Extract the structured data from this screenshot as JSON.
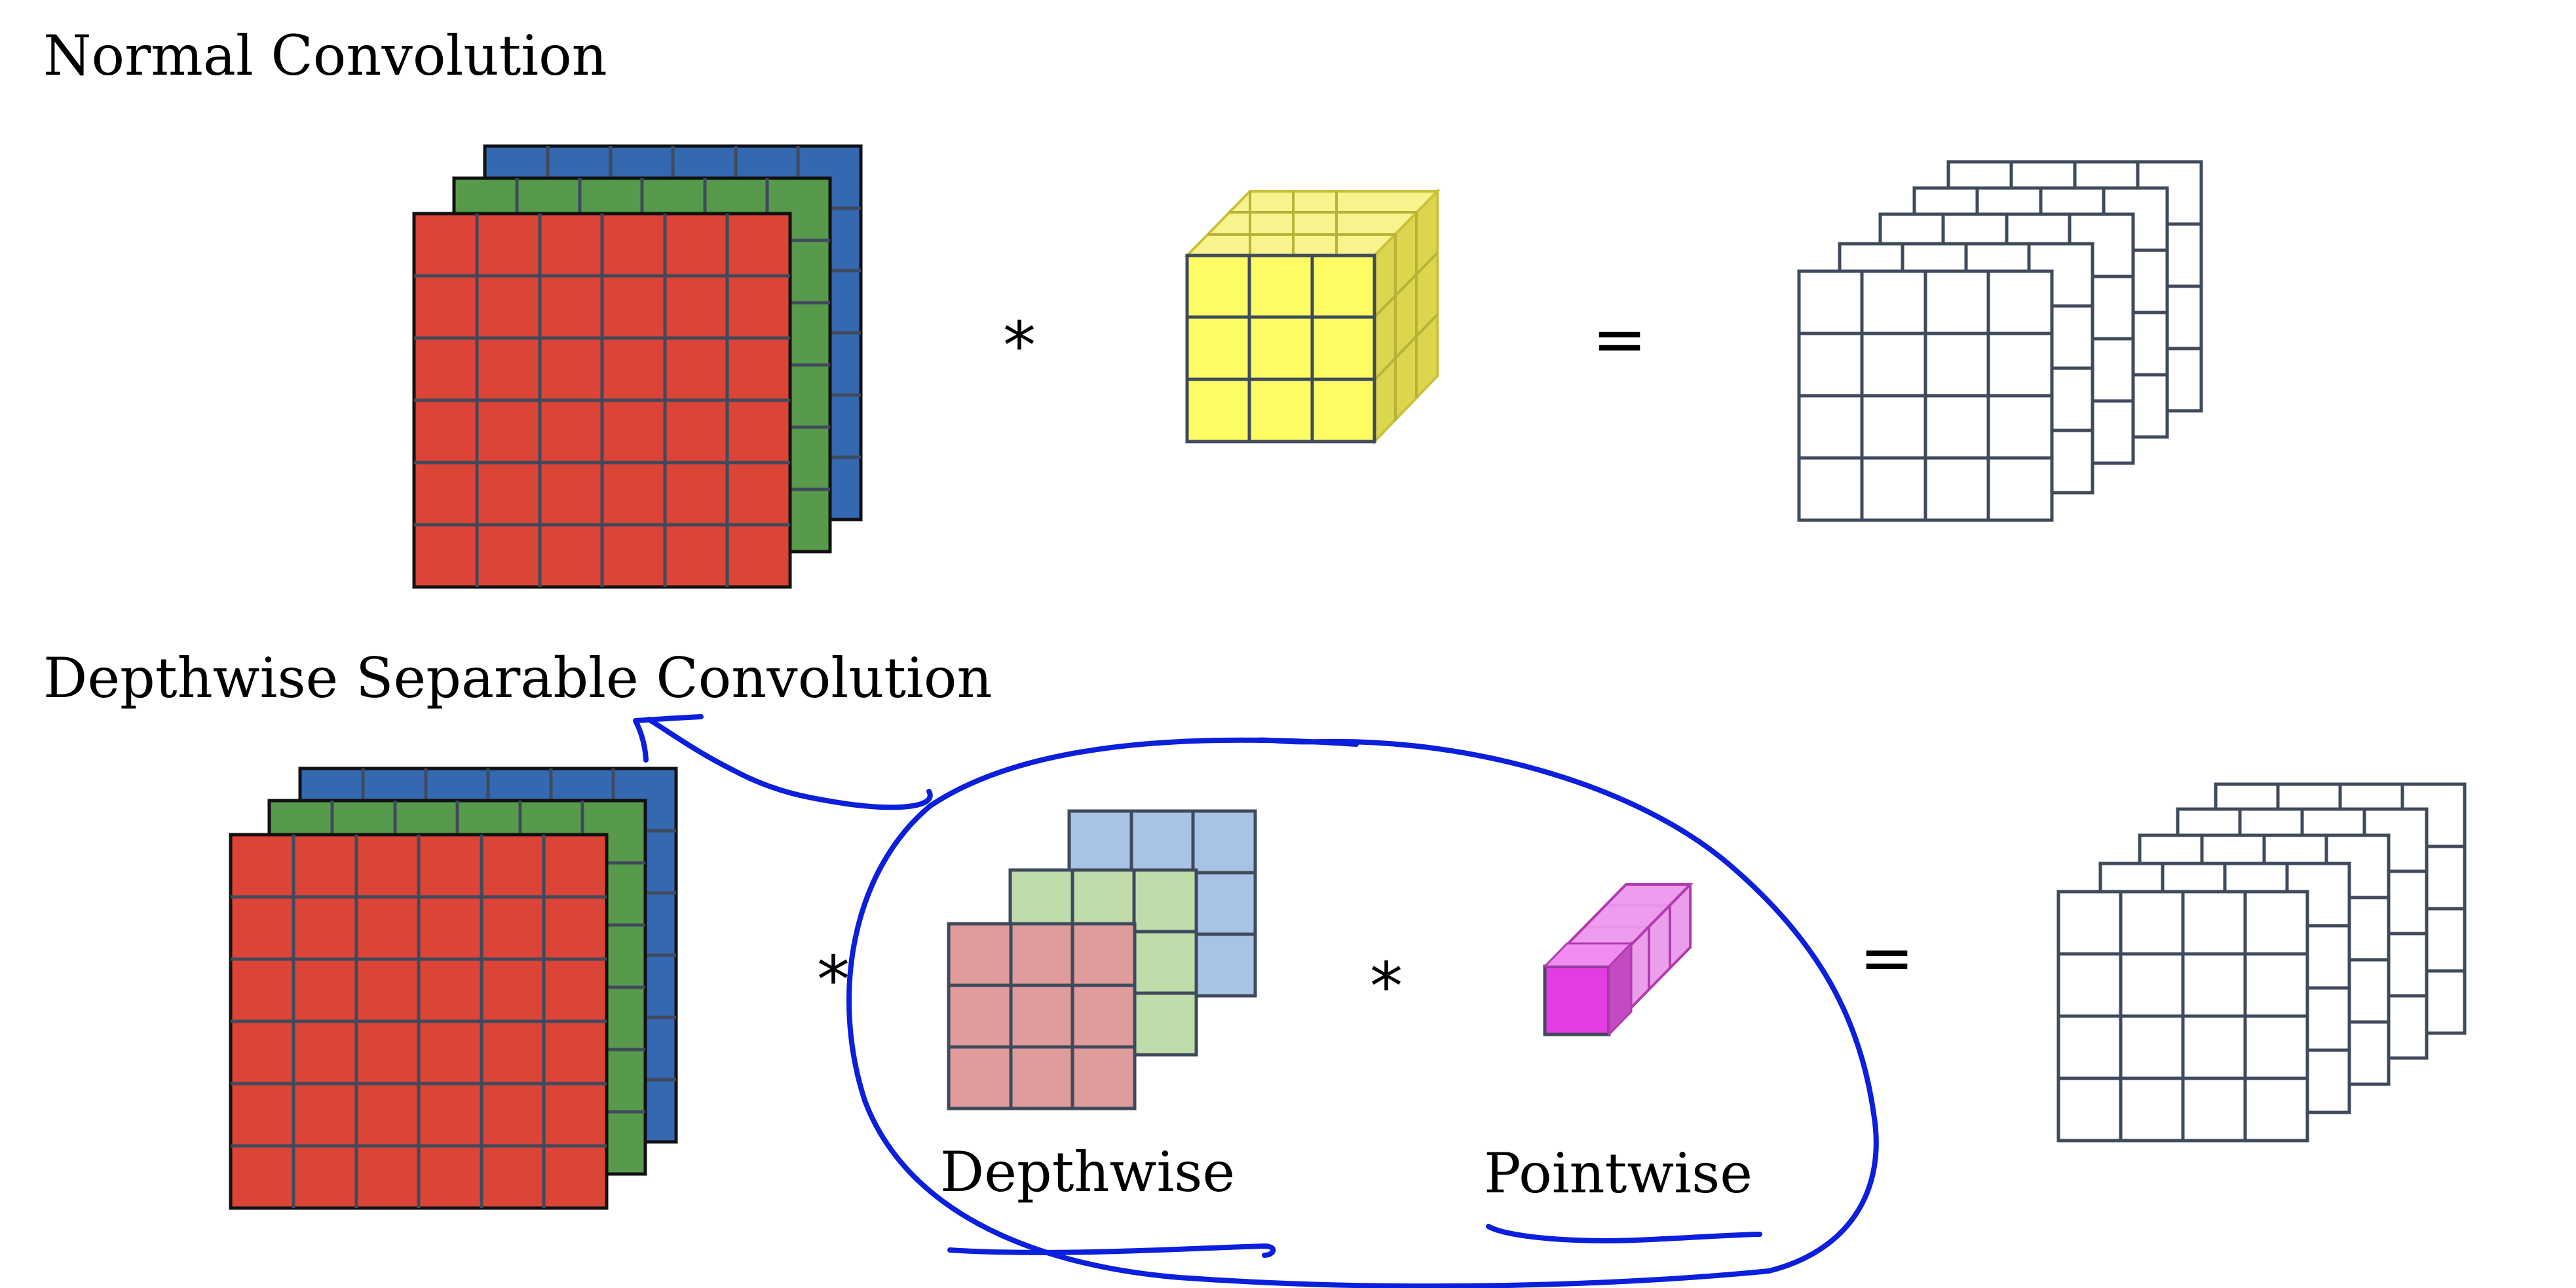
{
  "normal": {
    "title": "Normal Convolution",
    "operator_multiply": "*",
    "operator_equals": "="
  },
  "separable": {
    "title": "Depthwise Separable Convolution",
    "depthwise_label": "Depthwise",
    "pointwise_label": "Pointwise",
    "operator_multiply_1": "*",
    "operator_multiply_2": "*",
    "operator_equals": "="
  },
  "colors": {
    "red_channel": "#db4437",
    "green_channel": "#589a4b",
    "blue_channel": "#3468b0",
    "grid_line": "#3f4a5c",
    "kernel_yellow": "#fdfd63",
    "depthwise_red": "#e09c9c",
    "depthwise_green": "#bfdcaa",
    "depthwise_blue": "#a8c3e4",
    "pointwise_magenta": "#e53be5",
    "annotation_blue": "#0b1fdc"
  }
}
